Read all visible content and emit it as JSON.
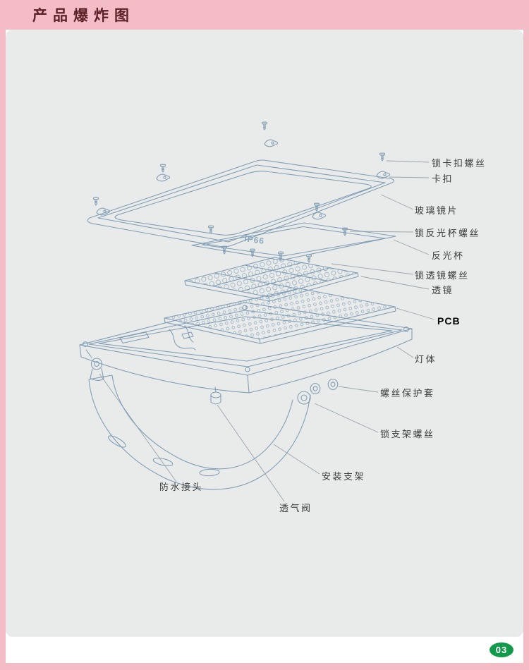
{
  "header": {
    "title": "产品爆炸图"
  },
  "footer": {
    "page_number": "03"
  },
  "diagram": {
    "glass_marking": "IP66",
    "labels": [
      {
        "id": "lock-buckle-screw",
        "text": "锁卡扣螺丝"
      },
      {
        "id": "buckle",
        "text": "卡扣"
      },
      {
        "id": "glass-lens",
        "text": "玻璃镜片"
      },
      {
        "id": "lock-reflector-screw",
        "text": "锁反光杯螺丝"
      },
      {
        "id": "reflector-cup",
        "text": "反光杯"
      },
      {
        "id": "lock-lens-screw",
        "text": "锁透镜螺丝"
      },
      {
        "id": "lens",
        "text": "透镜"
      },
      {
        "id": "pcb",
        "text": "PCB"
      },
      {
        "id": "lamp-body",
        "text": "灯体"
      },
      {
        "id": "screw-protective-sleeve",
        "text": "螺丝保护套"
      },
      {
        "id": "lock-bracket-screw",
        "text": "锁支架螺丝"
      },
      {
        "id": "mounting-bracket",
        "text": "安装支架"
      },
      {
        "id": "waterproof-connector",
        "text": "防水接头"
      },
      {
        "id": "vent-valve",
        "text": "透气阀"
      }
    ]
  },
  "colors": {
    "frame_pink": "#f3bcc6",
    "title_maroon": "#5c2129",
    "content_gray": "#e9ebea",
    "drawing_blue": "#7f9cb5",
    "leader_gray": "#9aa5ad",
    "label_text": "#3d3d3d",
    "badge_green": "#129a4c",
    "badge_text": "#ffffff"
  }
}
